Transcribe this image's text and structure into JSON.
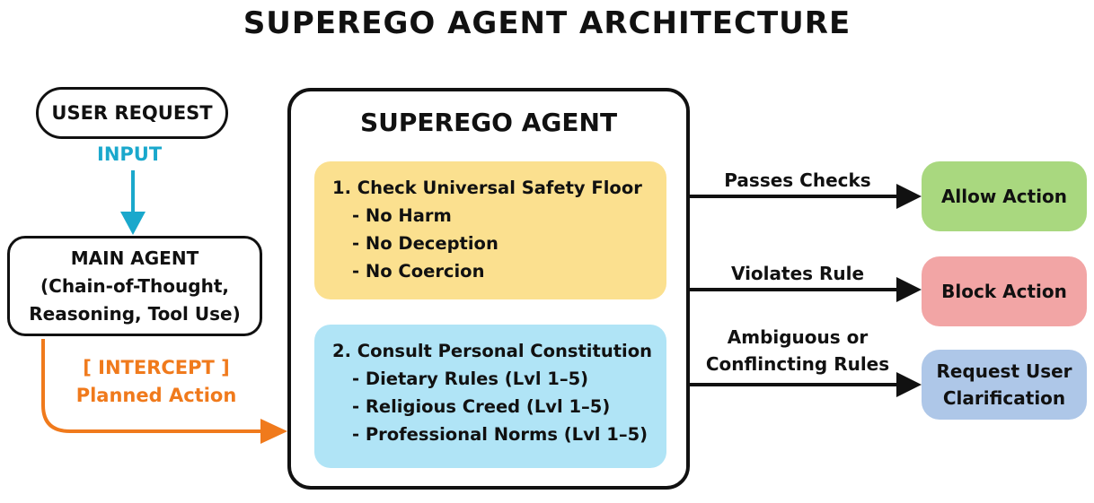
{
  "title": "SUPEREGO AGENT ARCHITECTURE",
  "user_request": "USER REQUEST",
  "input_label": "INPUT",
  "main_agent": {
    "line1": "MAIN AGENT",
    "line2": "(Chain-of-Thought,",
    "line3": "Reasoning, Tool Use)"
  },
  "intercept": {
    "line1": "[ INTERCEPT ]",
    "line2": "Planned Action"
  },
  "superego": {
    "title": "SUPEREGO AGENT",
    "panel1": {
      "heading": "1. Check Universal Safety Floor",
      "items": [
        "- No Harm",
        "- No Deception",
        "- No Coercion"
      ]
    },
    "panel2": {
      "heading": "2. Consult Personal Constitution",
      "items": [
        "- Dietary Rules (Lvl 1–5)",
        "- Religious Creed (Lvl 1–5)",
        "- Professional Norms (Lvl 1–5)"
      ]
    }
  },
  "edges": {
    "passes": "Passes Checks",
    "violates": "Violates Rule",
    "ambiguous_line1": "Ambiguous or",
    "ambiguous_line2": "Conflincting Rules"
  },
  "outcomes": {
    "allow": "Allow Action",
    "block": "Block Action",
    "clarify_line1": "Request User",
    "clarify_line2": "Clarification"
  },
  "colors": {
    "input": "#1aa8cc",
    "intercept": "#f07a1c",
    "panel_safety": "#fbe08f",
    "panel_constitution": "#b0e4f6",
    "allow": "#a9d87f",
    "block": "#f2a5a5",
    "clarify": "#aec7e8"
  }
}
